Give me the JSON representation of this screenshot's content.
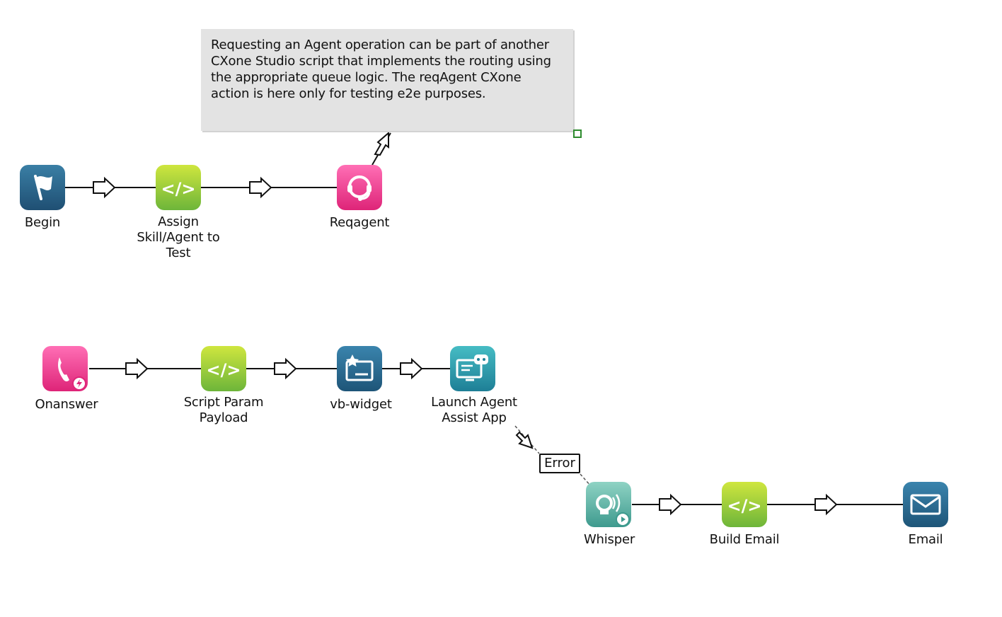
{
  "note": {
    "text_lines": [
      "Requesting an Agent operation can be part of another",
      "CXone Studio script that implements the routing using",
      "the appropriate queue logic. The reqAgent CXone",
      "action is here only for testing e2e purposes."
    ]
  },
  "nodes": {
    "begin": {
      "label": "Begin"
    },
    "assign": {
      "label_lines": [
        "Assign",
        "Skill/Agent to",
        "Test"
      ]
    },
    "reqagent": {
      "label": "Reqagent"
    },
    "onanswer": {
      "label": "Onanswer"
    },
    "script_param": {
      "label_lines": [
        "Script Param",
        "Payload"
      ]
    },
    "vb_widget": {
      "label": "vb-widget"
    },
    "launch_agent": {
      "label_lines": [
        "Launch Agent",
        "Assist App"
      ]
    },
    "whisper": {
      "label": "Whisper"
    },
    "build_email": {
      "label": "Build Email"
    },
    "email": {
      "label": "Email"
    }
  },
  "error_label": "Error",
  "colors": {
    "begin_top": "#3a7fa5",
    "begin_bottom": "#1f4f73",
    "snippet_top": "#c9e33c",
    "snippet_bottom": "#6bb83a",
    "pink_top": "#ff66b0",
    "pink_bottom": "#e0257a",
    "teal_top": "#3fb3bd",
    "teal_bottom": "#1e7f96",
    "whisper_top": "#8fd3c4",
    "whisper_bottom": "#3e9a8e",
    "blue_top": "#3a84ad",
    "blue_bottom": "#1e5578"
  }
}
